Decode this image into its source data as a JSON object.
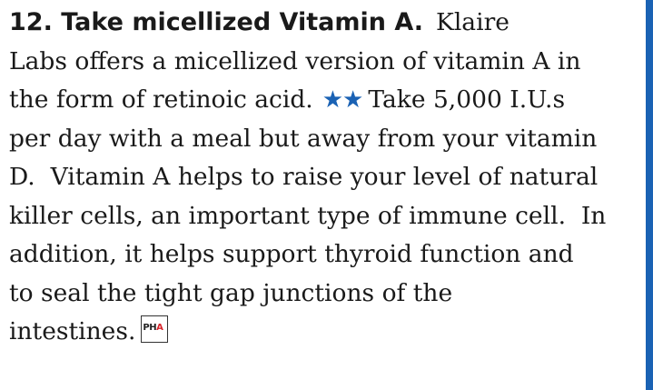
{
  "heading": "12. Take micellized Vitamin A.",
  "line1_tail": "Klaire",
  "line2": "Labs offers a micellized version of vitamin A in",
  "line3_before_stars": "the form of retinoic acid.",
  "stars": "★★",
  "line3_after_stars": "Take 5,000 I.U.s",
  "line4": "per day with a meal but away from your vitamin",
  "line5": "D.  Vitamin A helps to raise your level of natural",
  "line6": "killer cells, an important type of immune cell.  In",
  "line7": "addition, it helps support thyroid function and",
  "line8": "to seal the tight gap junctions of the",
  "line9": "intestines.",
  "badge": {
    "text_main": "PH",
    "text_accent": "A",
    "icon": "pha-badge-icon"
  },
  "colors": {
    "accent": "#1a62b4",
    "text": "#1a1a1a",
    "badge_accent": "#d8232a"
  }
}
